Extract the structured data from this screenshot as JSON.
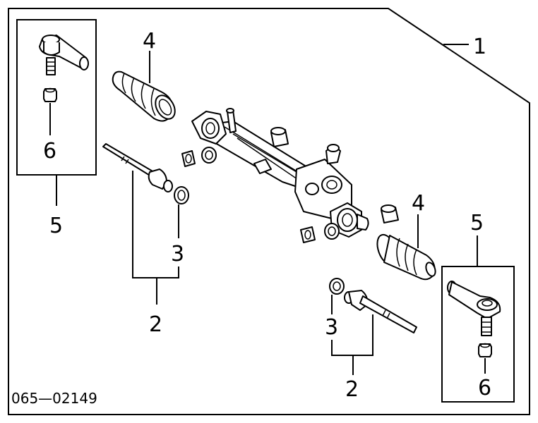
{
  "callouts": {
    "assembly": "1",
    "tie_rod_left": "2",
    "tie_rod_right": "2",
    "washer_left": "3",
    "washer_right": "3",
    "boot_left": "4",
    "boot_right": "4",
    "tie_rod_end_left": "5",
    "tie_rod_end_right": "5",
    "nut_left": "6",
    "nut_right": "6"
  },
  "diagram_code": "065—02149"
}
